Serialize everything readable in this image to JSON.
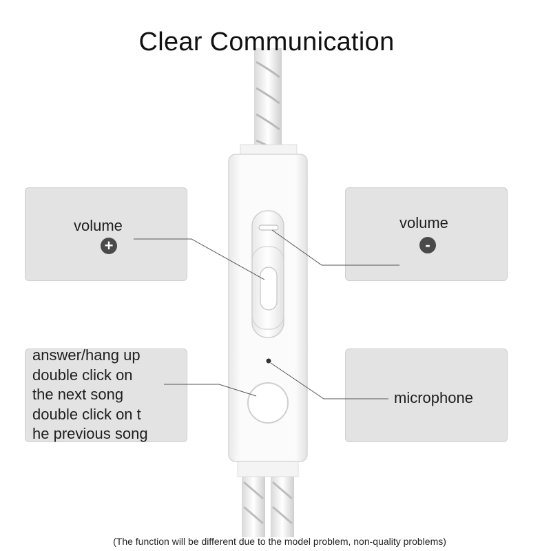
{
  "title": "Clear Communication",
  "callouts": {
    "volume_up": {
      "label": "volume",
      "sign": "+"
    },
    "volume_down": {
      "label": "volume",
      "sign": "-"
    },
    "answer": {
      "lines": [
        "answer/hang up",
        "double click on",
        "the next song",
        "double click on t",
        "he previous song"
      ]
    },
    "microphone": {
      "label": "microphone"
    }
  },
  "footnote": "(The function will be different due to the model problem, non-quality problems)",
  "colors": {
    "box_fill": "#e3e3e3",
    "icon_fill": "#4a4a4a",
    "text": "#1e1e1e",
    "device_body": "#f8f8f8"
  }
}
